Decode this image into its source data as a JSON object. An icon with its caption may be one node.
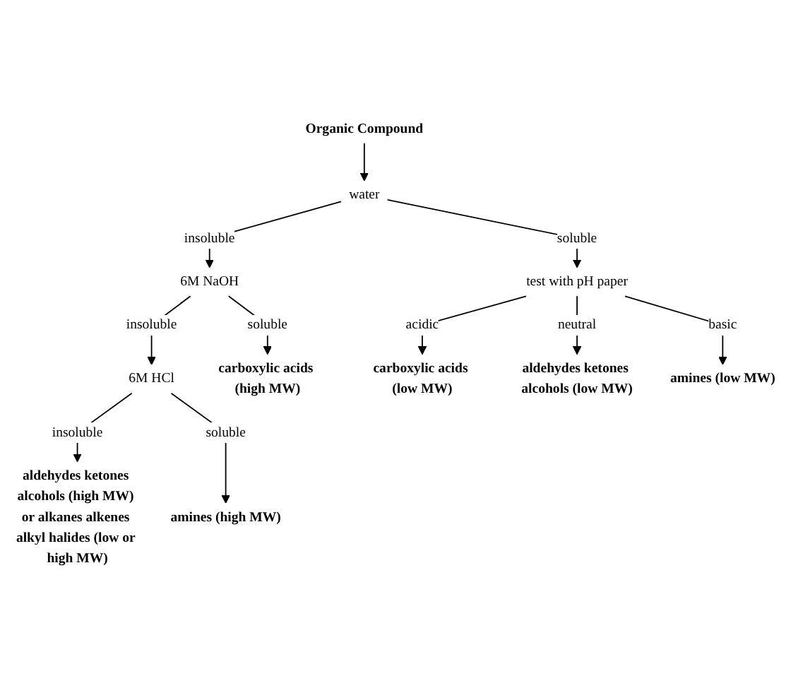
{
  "diagram": {
    "nodes": [
      {
        "text": [
          "Organic Compound"
        ]
      },
      {
        "text": [
          "water"
        ]
      },
      {
        "text": [
          "6M NaOH"
        ]
      },
      {
        "text": [
          "test with pH paper"
        ]
      },
      {
        "text": [
          "6M HCl"
        ]
      },
      {
        "text": [
          "carboxylic acids (high MW)"
        ]
      },
      {
        "text": [
          "carboxylic acids (low MW)"
        ]
      },
      {
        "text": [
          "aldehydes ketones alcohols (low MW)"
        ]
      },
      {
        "text": [
          "amines (low MW)"
        ]
      },
      {
        "text": [
          "aldehydes ketones alcohols (high MW) or alkanes alkenes alkyl halides (low or high MW)"
        ]
      },
      {
        "text": [
          "amines (high MW)"
        ]
      }
    ],
    "edges": [
      {
        "from": 0,
        "to": 1,
        "arrow": "to"
      },
      {
        "from": 1,
        "to": 2,
        "arrow": "to",
        "label": "insoluble"
      },
      {
        "from": 1,
        "to": 3,
        "arrow": "to",
        "label": "soluble"
      },
      {
        "from": 2,
        "to": 4,
        "arrow": "to",
        "label": "insoluble"
      },
      {
        "from": 2,
        "to": 5,
        "arrow": "to",
        "label": "soluble"
      },
      {
        "from": 3,
        "to": 6,
        "arrow": "to",
        "label": "acidic"
      },
      {
        "from": 3,
        "to": 7,
        "arrow": "to",
        "label": "neutral"
      },
      {
        "from": 3,
        "to": 8,
        "arrow": "to",
        "label": "basic"
      },
      {
        "from": 4,
        "to": 9,
        "arrow": "to",
        "label": "insoluble"
      },
      {
        "from": 4,
        "to": 10,
        "arrow": "to",
        "label": "soluble"
      }
    ]
  }
}
